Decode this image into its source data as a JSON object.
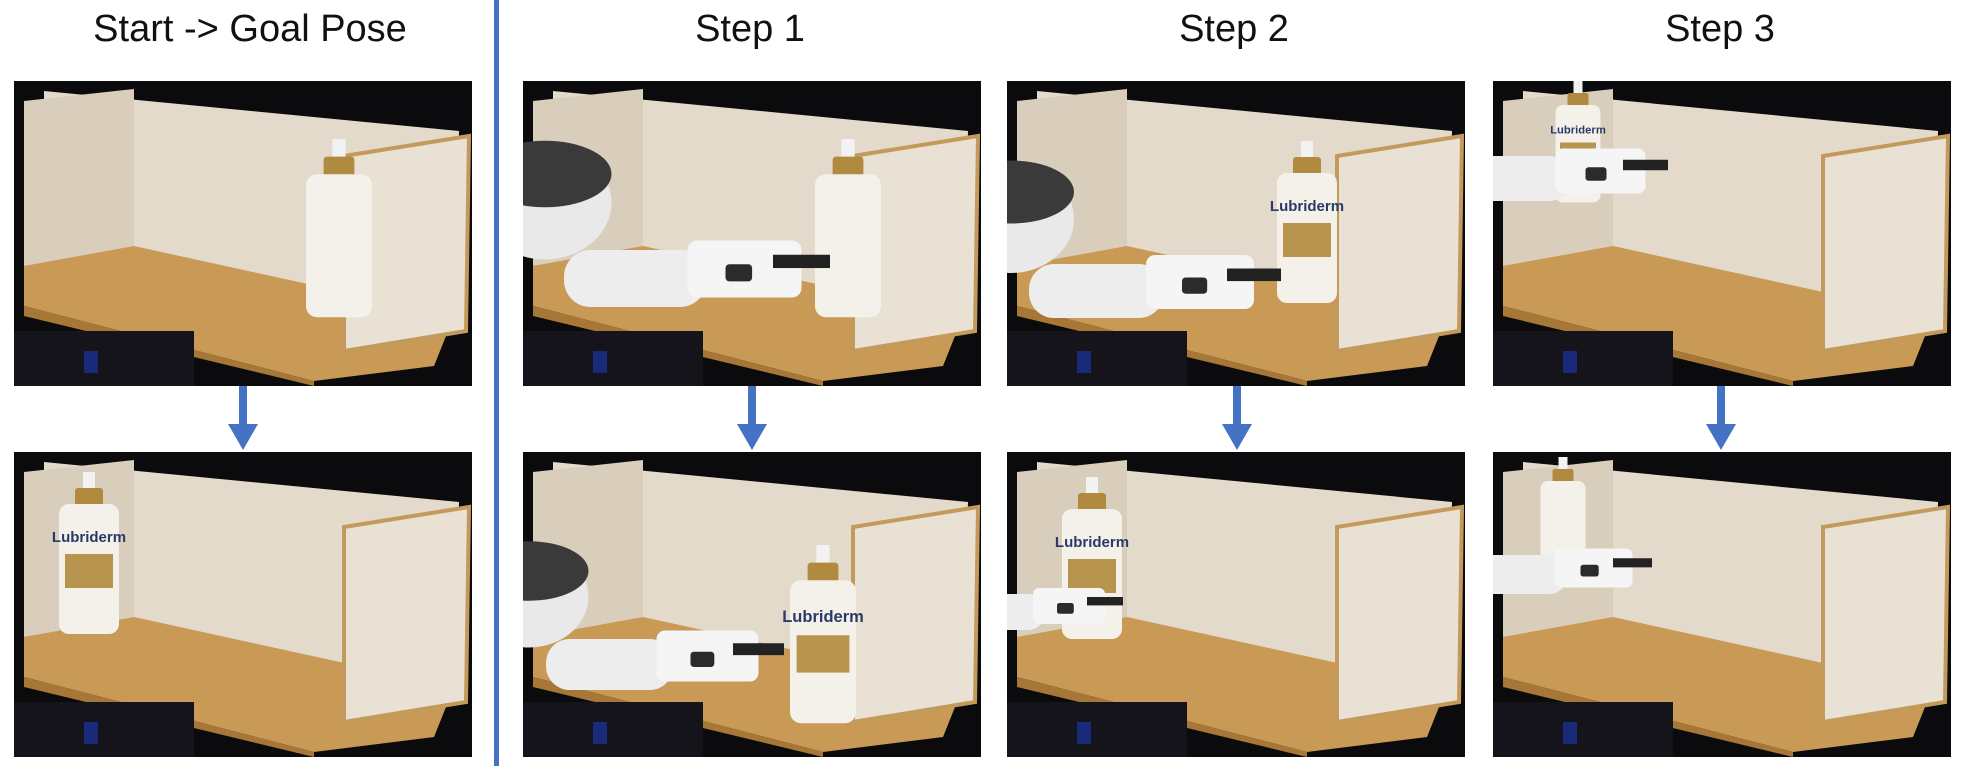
{
  "columns": [
    {
      "title": "Start -> Goal Pose"
    },
    {
      "title": "Step 1"
    },
    {
      "title": "Step 2"
    },
    {
      "title": "Step 3"
    }
  ],
  "bottle_label": "Lubriderm",
  "colors": {
    "divider": "#4472c4",
    "arrow": "#4472c4",
    "wood_floor": "#c99a55",
    "wood_wall": "#e6dccd",
    "background": "#0b0b0d"
  }
}
